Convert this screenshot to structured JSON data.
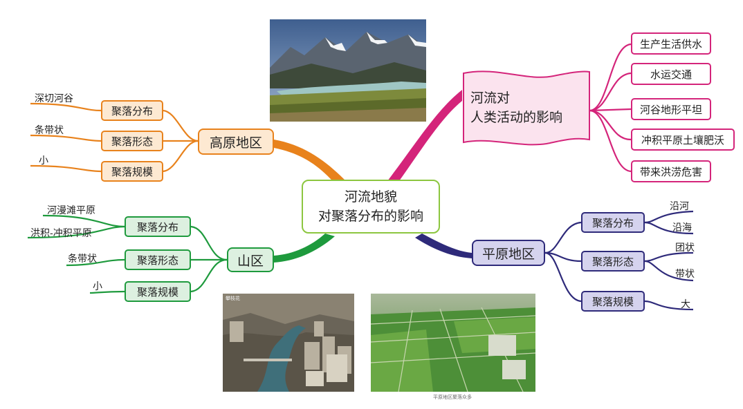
{
  "center": {
    "line1": "河流地貌",
    "line2": "对聚落分布的影响"
  },
  "plateau": {
    "title": "高原地区",
    "items": [
      {
        "label": "聚落分布",
        "leaf": "深切河谷"
      },
      {
        "label": "聚落形态",
        "leaf": "条带状"
      },
      {
        "label": "聚落规模",
        "leaf": "小"
      }
    ]
  },
  "mountain": {
    "title": "山区",
    "items": [
      {
        "label": "聚落分布",
        "leaves": [
          "河漫滩平原",
          "洪积-冲积平原"
        ]
      },
      {
        "label": "聚落形态",
        "leaf": "条带状"
      },
      {
        "label": "聚落规模",
        "leaf": "小"
      }
    ]
  },
  "plain": {
    "title": "平原地区",
    "items": [
      {
        "label": "聚落分布",
        "leaves": [
          "沿河",
          "沿海"
        ]
      },
      {
        "label": "聚落形态",
        "leaves": [
          "团状",
          "带状"
        ]
      },
      {
        "label": "聚落规模",
        "leaf": "大"
      }
    ]
  },
  "impact": {
    "line1": "河流对",
    "line2": "人类活动的影响",
    "items": [
      "生产生活供水",
      "水运交通",
      "河谷地形平坦",
      "冲积平原土壤肥沃",
      "带来洪涝危害"
    ]
  },
  "photos": {
    "mountain_caption": "攀枝花",
    "plain_caption": "平原地区聚落众多"
  },
  "colors": {
    "orange": "#e8821c",
    "green": "#1e9a3d",
    "navy": "#2e2a7a",
    "magenta": "#d4247a",
    "center_border": "#8cc63f"
  }
}
